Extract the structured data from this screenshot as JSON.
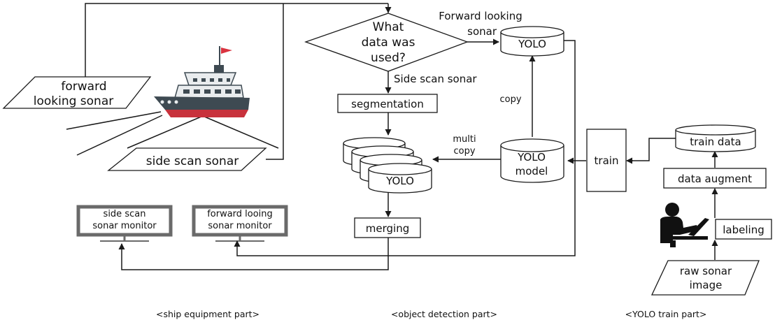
{
  "equipment": {
    "forward_sonar_line1": "forward",
    "forward_sonar_line2": "looking sonar",
    "side_scan_sonar": "side scan sonar",
    "monitor_side_line1": "side scan",
    "monitor_side_line2": "sonar monitor",
    "monitor_forward_line1": "forward looing",
    "monitor_forward_line2": "sonar monitor",
    "section_label": "<ship equipment part>"
  },
  "detection": {
    "decision_line1": "What",
    "decision_line2": "data was",
    "decision_line3": "used?",
    "branch_forward_line1": "Forward looking",
    "branch_forward_line2": "sonar",
    "branch_side": "Side scan sonar",
    "yolo_top": "YOLO",
    "segmentation": "segmentation",
    "yolo_stack": "YOLO",
    "merging": "merging",
    "copy": "copy",
    "multi_copy_line1": "multi",
    "multi_copy_line2": "copy",
    "yolo_model_line1": "YOLO",
    "yolo_model_line2": "model",
    "section_label": "<object detection part>"
  },
  "training": {
    "train": "train",
    "train_data": "train data",
    "data_augment": "data augment",
    "labeling": "labeling",
    "raw_line1": "raw sonar",
    "raw_line2": "image",
    "section_label": "<YOLO train part>"
  },
  "colors": {
    "ship_hull": "#3e4a52",
    "ship_waterline": "#c8323c",
    "ship_cabin": "#e9ecee",
    "flag": "#d9333f",
    "monitor_frame": "#6a6a6a"
  }
}
